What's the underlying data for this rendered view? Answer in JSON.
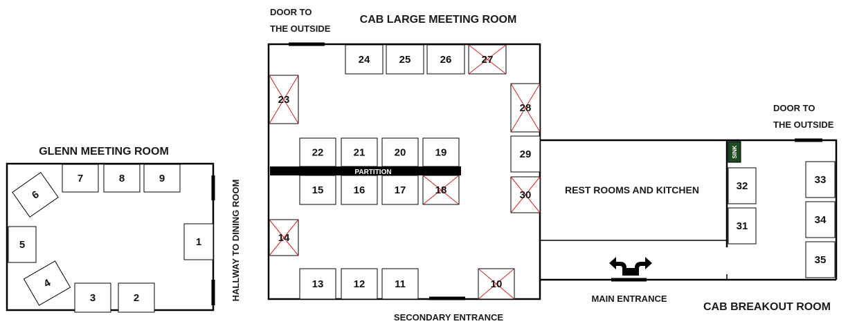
{
  "rooms": {
    "glenn": "GLENN MEETING ROOM",
    "cab_large": "CAB LARGE MEETING ROOM",
    "cab_breakout": "CAB BREAKOUT ROOM",
    "restrooms": "REST ROOMS AND KITCHEN"
  },
  "labels": {
    "door_outside_left_line1": "DOOR TO",
    "door_outside_left_line2": "THE OUTSIDE",
    "door_outside_right_line1": "DOOR TO",
    "door_outside_right_line2": "THE OUTSIDE",
    "hallway": "HALLWAY TO DINING ROOM",
    "partition": "PARTITION",
    "main_entrance": "MAIN ENTRANCE",
    "secondary_entrance": "SECONDARY ENTRANCE",
    "sink": "SINK"
  },
  "tables": [
    {
      "id": "1",
      "crossed": false
    },
    {
      "id": "2",
      "crossed": false
    },
    {
      "id": "3",
      "crossed": false
    },
    {
      "id": "4",
      "crossed": false
    },
    {
      "id": "5",
      "crossed": false
    },
    {
      "id": "6",
      "crossed": false
    },
    {
      "id": "7",
      "crossed": false
    },
    {
      "id": "8",
      "crossed": false
    },
    {
      "id": "9",
      "crossed": false
    },
    {
      "id": "10",
      "crossed": true
    },
    {
      "id": "11",
      "crossed": false
    },
    {
      "id": "12",
      "crossed": false
    },
    {
      "id": "13",
      "crossed": false
    },
    {
      "id": "14",
      "crossed": true
    },
    {
      "id": "15",
      "crossed": false
    },
    {
      "id": "16",
      "crossed": false
    },
    {
      "id": "17",
      "crossed": false
    },
    {
      "id": "18",
      "crossed": true
    },
    {
      "id": "19",
      "crossed": false
    },
    {
      "id": "20",
      "crossed": false
    },
    {
      "id": "21",
      "crossed": false
    },
    {
      "id": "22",
      "crossed": false
    },
    {
      "id": "23",
      "crossed": true
    },
    {
      "id": "24",
      "crossed": false
    },
    {
      "id": "25",
      "crossed": false
    },
    {
      "id": "26",
      "crossed": false
    },
    {
      "id": "27",
      "crossed": true
    },
    {
      "id": "28",
      "crossed": true
    },
    {
      "id": "29",
      "crossed": false
    },
    {
      "id": "30",
      "crossed": true
    },
    {
      "id": "31",
      "crossed": false
    },
    {
      "id": "32",
      "crossed": false
    },
    {
      "id": "33",
      "crossed": false
    },
    {
      "id": "34",
      "crossed": false
    },
    {
      "id": "35",
      "crossed": false
    }
  ],
  "colors": {
    "wall": "#000000",
    "cross": "#d62020",
    "sink_bg": "#1f4a1f",
    "partition_bg": "#000000"
  }
}
